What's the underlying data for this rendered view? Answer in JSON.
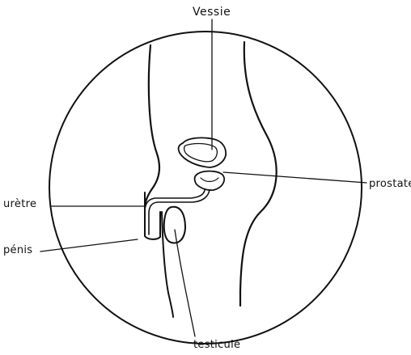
{
  "labels": {
    "vessie": "Vessie",
    "prostate": "prostate",
    "uretre": "urètre",
    "penis": "pénis",
    "testicule": "testicule"
  }
}
